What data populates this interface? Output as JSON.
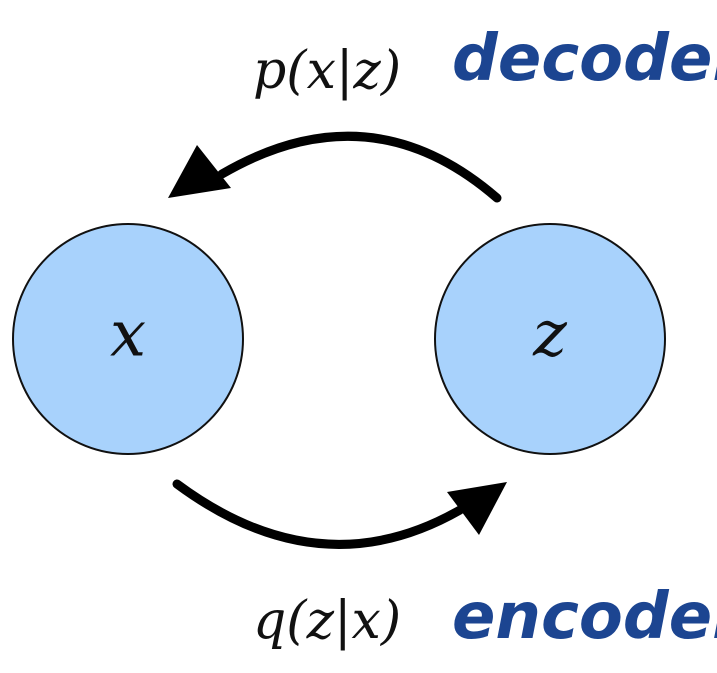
{
  "nodes": {
    "x": {
      "label": "x"
    },
    "z": {
      "label": "z"
    }
  },
  "edges": {
    "decoder": {
      "formula": "p(x|z)",
      "name": "decoder"
    },
    "encoder": {
      "formula": "q(z|x)",
      "name": "encoder"
    }
  },
  "colors": {
    "node_fill": "#a8d2fc",
    "node_stroke": "#111111",
    "arrow": "#000000",
    "handwriting": "#1c4591"
  }
}
